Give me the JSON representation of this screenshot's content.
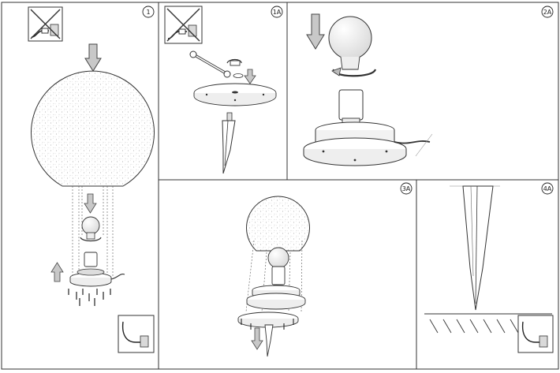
{
  "panels": [
    {
      "id": "p1",
      "label": "1"
    },
    {
      "id": "p1a",
      "label": "1A"
    },
    {
      "id": "p2a",
      "label": "2A"
    },
    {
      "id": "p3a",
      "label": "3A"
    },
    {
      "id": "p4a",
      "label": "4A"
    }
  ],
  "icons": {
    "no_power": "unplugged-crossed-icon",
    "power": "plug-socket-icon",
    "down_arrow": "down-arrow-icon",
    "up_arrow": "up-arrow-icon",
    "rotate": "rotate-arrow-icon"
  },
  "colors": {
    "line": "#333333",
    "arrow_fill": "#c8c8c8",
    "globe_speckle": "#999999",
    "icon_bg": "#d9d9d9"
  }
}
